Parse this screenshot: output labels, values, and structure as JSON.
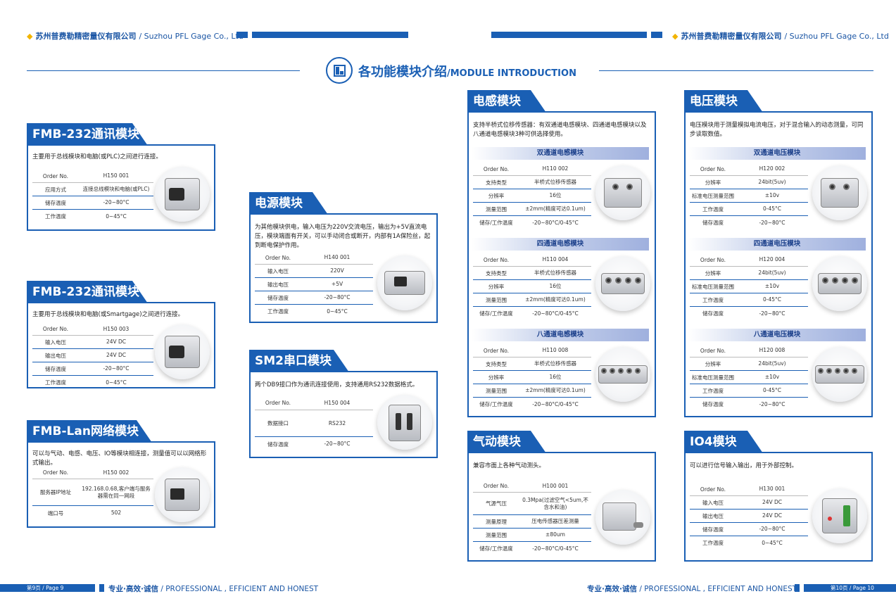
{
  "header": {
    "company_cn": "苏州普费勒精密量仪有限公司",
    "company_en": "/ Suzhou PFL Gage Co., Ltd"
  },
  "title": {
    "cn": "各功能模块介绍",
    "en": "/MODULE INTRODUCTION"
  },
  "footer": {
    "left_page": "第9页 / Page 9",
    "right_page": "第10页 / Page 10",
    "slogan_cn": "专业·高效·诚信",
    "slogan_en": "/ PROFESSIONAL , EFFICIENT AND HONEST"
  },
  "modules": {
    "fmb232a": {
      "title": "FMB-232通讯模块",
      "desc": "主要用于总线模块和电脑(或PLC)之间进行连接。",
      "rows": [
        [
          "Order No.",
          "H150 001"
        ],
        [
          "应用方式",
          "连接总线模块和电脑(或PLC)"
        ],
        [
          "储存温度",
          "-20~80°C"
        ],
        [
          "工作温度",
          "0~45°C"
        ]
      ]
    },
    "fmb232b": {
      "title": "FMB-232通讯模块",
      "desc": "主要用于总线模块和电脑(或Smartgage)之间进行连接。",
      "rows": [
        [
          "Order No.",
          "H150 003"
        ],
        [
          "输入电压",
          "24V DC"
        ],
        [
          "输出电压",
          "24V DC"
        ],
        [
          "储存温度",
          "-20~80°C"
        ],
        [
          "工作温度",
          "0~45°C"
        ]
      ]
    },
    "fmblan": {
      "title": "FMB-Lan网络模块",
      "desc": "可以与气动、电感、电压、IO等模块相连接，测量值可以以网络形式输出。",
      "rows": [
        [
          "Order No.",
          "H150 002"
        ],
        [
          "服务器IP地址",
          "192.168.0.68,客户端与服务器需在同一网段"
        ],
        [
          "端口号",
          "502"
        ]
      ]
    },
    "power": {
      "title": "电源模块",
      "desc": "为其他模块供电，输入电压为220V交流电压，输出为+5V直流电压，模块端面有开关，可以手动闭合或断开，内部有1A保险丝，起到断电保护作用。",
      "rows": [
        [
          "Order No.",
          "H140 001"
        ],
        [
          "输入电压",
          "220V"
        ],
        [
          "输出电压",
          "+5V"
        ],
        [
          "储存温度",
          "-20~80°C"
        ],
        [
          "工作温度",
          "0~45°C"
        ]
      ]
    },
    "sm2": {
      "title": "SM2串口模块",
      "desc": "两个DB9接口作为通讯连接使用，支持通用RS232数据格式。",
      "rows": [
        [
          "Order No.",
          "H150 004"
        ],
        [
          "数据接口",
          "RS232"
        ],
        [
          "储存温度",
          "-20~80°C"
        ]
      ]
    },
    "inductive": {
      "title": "电感模块",
      "desc": "支持半桥式位移传感器：有双通道电感模块、四通道电感模块以及八通道电感模块3种可供选择使用。",
      "sections": [
        {
          "sub": "双通道电感模块",
          "rows": [
            [
              "Order No.",
              "H110 002"
            ],
            [
              "支持类型",
              "半桥式位移传感器"
            ],
            [
              "分辨率",
              "16位"
            ],
            [
              "测量范围",
              "±2mm(精度可达0.1um)"
            ],
            [
              "储存/工作温度",
              "-20~80°C/0-45°C"
            ]
          ]
        },
        {
          "sub": "四通道电感模块",
          "rows": [
            [
              "Order No.",
              "H110 004"
            ],
            [
              "支持类型",
              "半桥式位移传感器"
            ],
            [
              "分辨率",
              "16位"
            ],
            [
              "测量范围",
              "±2mm(精度可达0.1um)"
            ],
            [
              "储存/工作温度",
              "-20~80°C/0-45°C"
            ]
          ]
        },
        {
          "sub": "八通道电感模块",
          "rows": [
            [
              "Order No.",
              "H110 008"
            ],
            [
              "支持类型",
              "半桥式位移传感器"
            ],
            [
              "分辨率",
              "16位"
            ],
            [
              "测量范围",
              "±2mm(精度可达0.1um)"
            ],
            [
              "储存/工作温度",
              "-20~80°C/0-45°C"
            ]
          ]
        }
      ]
    },
    "voltage": {
      "title": "电压模块",
      "desc": "电压模块用于测量模拟电流电压，对于混合输入的动态测量，可同步读取数值。",
      "sections": [
        {
          "sub": "双通道电压模块",
          "rows": [
            [
              "Order No.",
              "H120 002"
            ],
            [
              "分辨率",
              "24bit(5uv)"
            ],
            [
              "标准电压测量范围",
              "±10v"
            ],
            [
              "工作温度",
              "0-45°C"
            ],
            [
              "储存温度",
              "-20~80°C"
            ]
          ]
        },
        {
          "sub": "四通道电压模块",
          "rows": [
            [
              "Order No.",
              "H120 004"
            ],
            [
              "分辨率",
              "24bit(5uv)"
            ],
            [
              "标准电压测量范围",
              "±10v"
            ],
            [
              "工作温度",
              "0-45°C"
            ],
            [
              "储存温度",
              "-20~80°C"
            ]
          ]
        },
        {
          "sub": "八通道电压模块",
          "rows": [
            [
              "Order No.",
              "H120 008"
            ],
            [
              "分辨率",
              "24bit(5uv)"
            ],
            [
              "标准电压测量范围",
              "±10v"
            ],
            [
              "工作温度",
              "0-45°C"
            ],
            [
              "储存温度",
              "-20~80°C"
            ]
          ]
        }
      ]
    },
    "pneumatic": {
      "title": "气动模块",
      "desc": "兼容市面上各种气动测头。",
      "rows": [
        [
          "Order No.",
          "H100 001"
        ],
        [
          "气源气压",
          "0.3Mpa(过滤空气<5um,不含水和油)"
        ],
        [
          "测量原理",
          "压电传感器压差测量"
        ],
        [
          "测量范围",
          "±80um"
        ],
        [
          "储存/工作温度",
          "-20~80°C/0-45°C"
        ]
      ]
    },
    "io4": {
      "title": "IO4模块",
      "desc": "可以进行信号输入输出，用于外部控制。",
      "rows": [
        [
          "Order No.",
          "H130 001"
        ],
        [
          "输入电压",
          "24V DC"
        ],
        [
          "输出电压",
          "24V DC"
        ],
        [
          "储存温度",
          "-20~80°C"
        ],
        [
          "工作温度",
          "0~45°C"
        ]
      ]
    }
  }
}
